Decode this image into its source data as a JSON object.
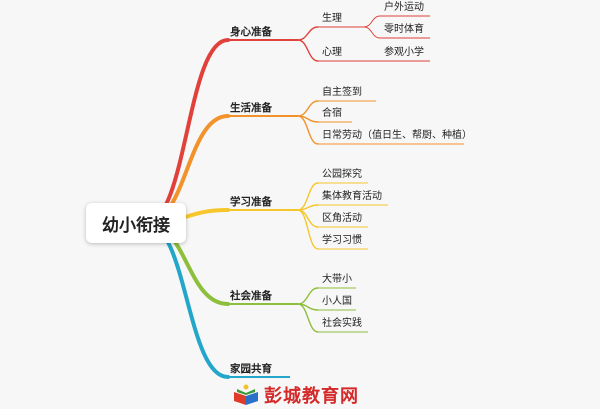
{
  "mindmap": {
    "root": "幼小衔接",
    "branches": [
      {
        "label": "身心准备",
        "color": "#e0413a",
        "children": [
          {
            "label": "生理",
            "children": [
              "户外运动",
              "零时体育"
            ]
          },
          {
            "label": "心理",
            "children": [
              "参观小学"
            ]
          }
        ]
      },
      {
        "label": "生活准备",
        "color": "#f2922b",
        "children": [
          {
            "label": "自主签到"
          },
          {
            "label": "合宿"
          },
          {
            "label": "日常劳动（值日生、帮厨、种植）"
          }
        ]
      },
      {
        "label": "学习准备",
        "color": "#f6c62c",
        "children": [
          {
            "label": "公园探究"
          },
          {
            "label": "集体教育活动"
          },
          {
            "label": "区角活动"
          },
          {
            "label": "学习习惯"
          }
        ]
      },
      {
        "label": "社会准备",
        "color": "#8ebf3c",
        "children": [
          {
            "label": "大带小"
          },
          {
            "label": "小人国"
          },
          {
            "label": "社会实践"
          }
        ]
      },
      {
        "label": "家园共育",
        "color": "#22a6c9",
        "children": []
      }
    ]
  },
  "watermark": {
    "text": "彭城教育网",
    "colors": {
      "text": "#d42a2a",
      "book_red": "#e03a2a",
      "book_green": "#3a9a3a",
      "book_blue": "#2a6fc9"
    }
  }
}
